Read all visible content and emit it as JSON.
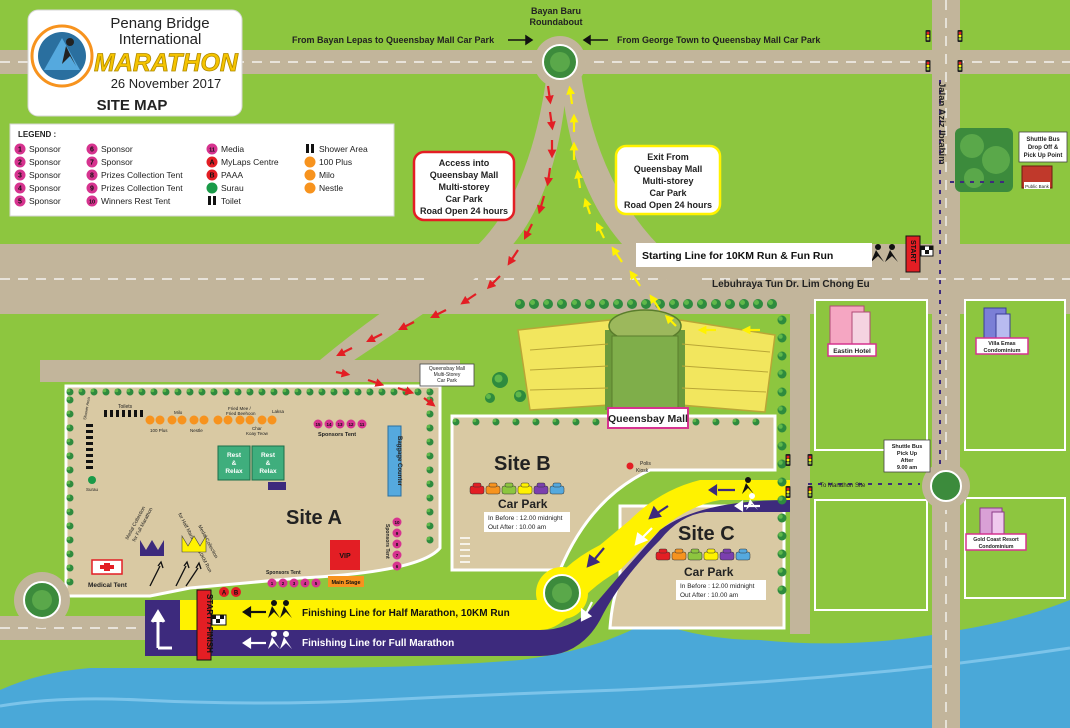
{
  "header": {
    "line1": "Penang Bridge",
    "line2": "International",
    "brand": "MARATHON",
    "date": "26 November 2017",
    "site_map": "SITE MAP"
  },
  "roads": {
    "roundabout_label_1": "Bayan Baru",
    "roundabout_label_2": "Roundabout",
    "from_bayan_lepas": "From Bayan Lepas to Queensbay Mall Car Park",
    "from_george_town": "From George Town to Queensbay Mall Car Park",
    "jalan_aziz": "Jalan Aziz Ibrahim",
    "lebuhraya": "Lebuhraya Tun Dr. Lim Chong Eu",
    "to_marathon_site": "To Marathon Site"
  },
  "legend": {
    "title": "LEGEND :",
    "columns": [
      [
        {
          "badge": "1",
          "label": "Sponsor"
        },
        {
          "badge": "2",
          "label": "Sponsor"
        },
        {
          "badge": "3",
          "label": "Sponsor"
        },
        {
          "badge": "4",
          "label": "Sponsor"
        },
        {
          "badge": "5",
          "label": "Sponsor"
        }
      ],
      [
        {
          "badge": "6",
          "label": "Sponsor"
        },
        {
          "badge": "7",
          "label": "Sponsor"
        },
        {
          "badge": "8",
          "label": "Prizes Collection Tent"
        },
        {
          "badge": "9",
          "label": "Prizes Collection Tent"
        },
        {
          "badge": "10",
          "label": "Winners Rest Tent"
        }
      ],
      [
        {
          "badge": "11",
          "label": "Media"
        },
        {
          "badge": "A",
          "label": "MyLaps Centre"
        },
        {
          "badge": "B",
          "label": "PAAA"
        },
        {
          "badge": "",
          "label": "Surau"
        },
        {
          "badge": "",
          "label": "Toilet"
        }
      ],
      [
        {
          "badge": "",
          "label": "Shower Area"
        },
        {
          "badge": "",
          "label": "100 Plus"
        },
        {
          "badge": "",
          "label": "Milo"
        },
        {
          "badge": "",
          "label": "Nestle"
        }
      ]
    ],
    "colors": {
      "sponsor": "#d6338f",
      "letter": "#e31e24",
      "surau": "#1a9a48",
      "drink": "#f7931e"
    }
  },
  "callouts": {
    "access": [
      "Access into",
      "Queensbay Mall",
      "Multi-storey",
      "Car Park",
      "Road Open 24 hours"
    ],
    "exit": [
      "Exit From",
      "Queensbay Mall",
      "Multi-storey",
      "Car Park",
      "Road Open 24 hours"
    ]
  },
  "starts": {
    "line_10km": "Starting Line for 10KM Run & Fun Run",
    "start": "START",
    "start_finish": "START / FINISH",
    "finish_half": "Finishing Line for Half Marathon, 10KM Run",
    "finish_full": "Finishing Line for Full Marathon"
  },
  "places": {
    "queensbay": "Queensbay Mall",
    "multistorey": [
      "Queensbay Mall",
      "Multi-Storey",
      "Car Park"
    ],
    "eastin": "Eastin Hotel",
    "villa_emas": [
      "Villa Emas",
      "Condominium"
    ],
    "gold_coast": [
      "Gold Coast Resort",
      "Condominium"
    ],
    "shuttle_drop": [
      "Shuttle Bus",
      "Drop Off &",
      "Pick Up Point"
    ],
    "public_bank": "Public Bank",
    "shuttle_pickup": [
      "Shuttle Bus",
      "Pick Up",
      "After",
      "9.00 am"
    ],
    "police_kiosk": [
      "Polis",
      "Kiosk"
    ]
  },
  "site_a": {
    "title": "Site A",
    "toilets": "Toilets",
    "shower": "Shower Area",
    "drinks": [
      "100 Plus",
      "Milo",
      "Nestle"
    ],
    "food": [
      "Fried Mee /",
      "Fried Beehoon",
      "Char",
      "Koay Teow",
      "Laksa"
    ],
    "rest": [
      "Rest",
      "&",
      "Relax"
    ],
    "baggage": "Baggage Counter",
    "sponsors_tent": "Sponsors Tent",
    "sponsors_tent_top_badges": [
      "15",
      "14",
      "13",
      "12",
      "11"
    ],
    "sponsors_tent_side_badges": [
      "10",
      "9",
      "8",
      "7",
      "6"
    ],
    "sponsors_tent_bottom_badges": [
      "1",
      "2",
      "3",
      "4",
      "5"
    ],
    "vip": "VIP",
    "main_stage": "Main Stage",
    "medical": "Medical Tent",
    "medal_full": [
      "Medal Collection",
      "for Full Marathon"
    ],
    "medal_half": [
      "Medal Collection",
      "for Half Marathon / 10KM Run"
    ],
    "surau": "Surau",
    "ab": [
      "A",
      "B"
    ]
  },
  "site_b": {
    "title": "Site B",
    "car_park": "Car Park",
    "in_before": "In Before : 12.00 midnight",
    "out_after": "Out After : 10.00 am"
  },
  "site_c": {
    "title": "Site C",
    "car_park": "Car Park",
    "in_before": "In Before : 12.00 midnight",
    "out_after": "Out After : 10.00 am"
  },
  "colors": {
    "grass": "#8dc63f",
    "road": "#c2b59b",
    "sea": "#4aa8d8",
    "yellow_route": "#fff200",
    "purple_route": "#3d2a7d",
    "red_arrow": "#e31e24",
    "yellow_arrow": "#fff200",
    "site_a_ground": "#d9c9a3"
  }
}
